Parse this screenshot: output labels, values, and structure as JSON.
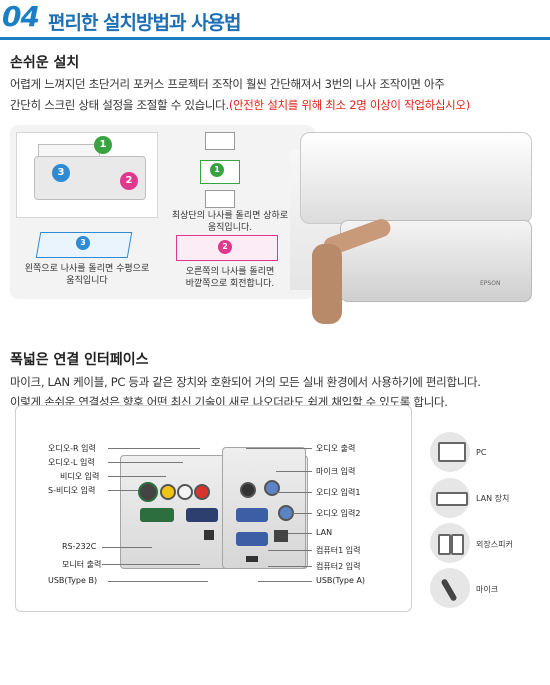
{
  "header": {
    "number": "04",
    "title": "편리한 설치방법과 사용법"
  },
  "section1": {
    "title": "손쉬운 설치",
    "line1": "어렵게 느껴지던 초단거리 포커스 프로젝터 조작이 훨씬 간단해져서 3번의 나사 조작이면 아주",
    "line2": "간단히 스크린 상태 설정을 조절할 수 있습니다.",
    "line2_red": "(안전한 설치를 위해 최소 2명 이상이 작업하십시오)",
    "figure": {
      "knob1": "1",
      "knob2": "2",
      "knob3": "3",
      "caption_top": "최상단의 나사를 돌리면 상하로\n움직입니다.",
      "caption_left": "왼쪽으로 나사를 돌리면 수평으로\n움직입니다",
      "caption_right": "오른쪽의 나사를 돌리면\n바깥쪽으로 회전합니다.",
      "brand": "EPSON"
    }
  },
  "section2": {
    "title": "폭넓은 연결 인터페이스",
    "line1": "마이크, LAN 케이블, PC 등과 같은 장치와 호환되어 거의 모든 실내 환경에서 사용하기에 편리합니다.",
    "line2": "이렇게 손쉬운 연결성은 향후 어떤 최신 기술이 새로 나오더라도 쉽게 채입할 수 있도록 합니다.",
    "left_labels": [
      "오디오-R 입력",
      "오디오-L 입력",
      "비디오 입력",
      "S-비디오 입력",
      "RS-232C",
      "모니터 출력",
      "USB(Type B)"
    ],
    "right_labels": [
      "오디오 출력",
      "마이크 입력",
      "오디오 입력1",
      "오디오 입력2",
      "LAN",
      "컴퓨터1 입력",
      "컴퓨터2 입력",
      "USB(Type A)"
    ],
    "devices": [
      "PC",
      "LAN 장치",
      "외장스피커",
      "마이크"
    ]
  }
}
